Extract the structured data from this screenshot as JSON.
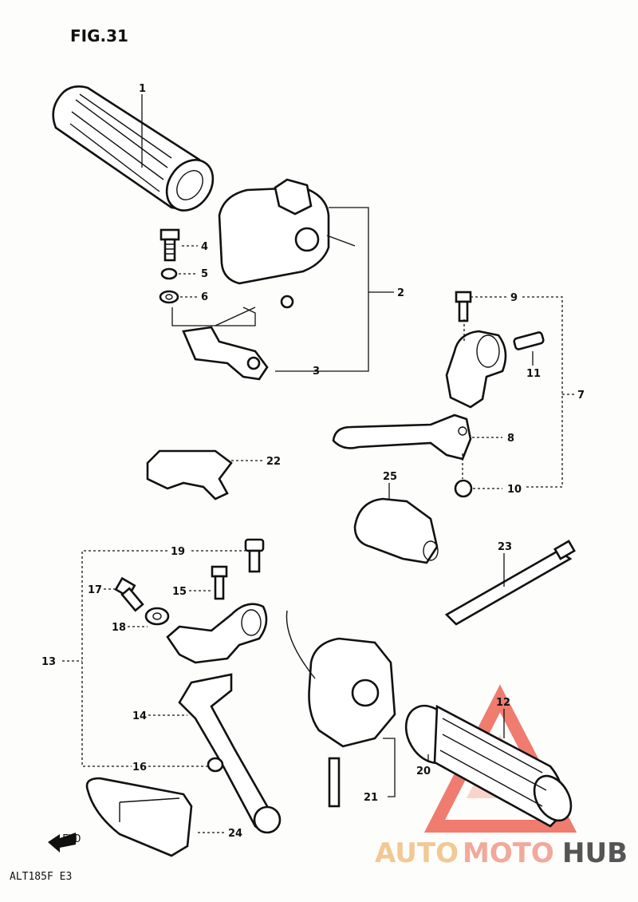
{
  "title": "FIG.31",
  "code": "ALT185F E3",
  "fwd": "FWD",
  "watermark": {
    "part1": "AUTO",
    "part2": "MOTO",
    "part3": "HUB",
    "color": "#e23b2e"
  },
  "callouts": [
    {
      "id": "1",
      "label": "1"
    },
    {
      "id": "2",
      "label": "2"
    },
    {
      "id": "3",
      "label": "3"
    },
    {
      "id": "4",
      "label": "4"
    },
    {
      "id": "5",
      "label": "5"
    },
    {
      "id": "6",
      "label": "6"
    },
    {
      "id": "7",
      "label": "7"
    },
    {
      "id": "8",
      "label": "8"
    },
    {
      "id": "9",
      "label": "9"
    },
    {
      "id": "10",
      "label": "10"
    },
    {
      "id": "11",
      "label": "11"
    },
    {
      "id": "12",
      "label": "12"
    },
    {
      "id": "13",
      "label": "13"
    },
    {
      "id": "14",
      "label": "14"
    },
    {
      "id": "15",
      "label": "15"
    },
    {
      "id": "16",
      "label": "16"
    },
    {
      "id": "17",
      "label": "17"
    },
    {
      "id": "18",
      "label": "18"
    },
    {
      "id": "19",
      "label": "19"
    },
    {
      "id": "20",
      "label": "20"
    },
    {
      "id": "21",
      "label": "21"
    },
    {
      "id": "22",
      "label": "22"
    },
    {
      "id": "23",
      "label": "23"
    },
    {
      "id": "24",
      "label": "24"
    },
    {
      "id": "25",
      "label": "25"
    }
  ]
}
